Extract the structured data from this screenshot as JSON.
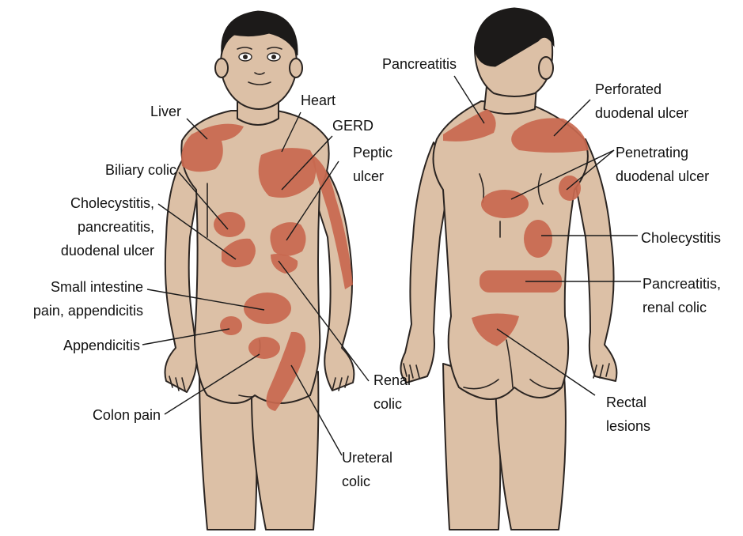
{
  "labels": {
    "liver": "Liver",
    "heart": "Heart",
    "gerd": "GERD",
    "peptic_ulcer": [
      "Peptic",
      "ulcer"
    ],
    "biliary_colic": "Biliary colic",
    "cholecystitis_front": [
      "Cholecystitis,",
      "pancreatitis,",
      "duodenal ulcer"
    ],
    "small_intestine": [
      "Small intestine",
      "pain, appendicitis"
    ],
    "appendicitis": "Appendicitis",
    "colon_pain": "Colon pain",
    "renal_colic": [
      "Renal",
      "colic"
    ],
    "ureteral_colic": [
      "Ureteral",
      "colic"
    ],
    "pancreatitis_back": "Pancreatitis",
    "perforated_ulcer": [
      "Perforated",
      "duodenal ulcer"
    ],
    "penetrating_ulcer": [
      "Penetrating",
      "duodenal ulcer"
    ],
    "cholecystitis_back": "Cholecystitis",
    "pancreatitis_renal": [
      "Pancreatitis,",
      "renal colic"
    ],
    "rectal_lesions": [
      "Rectal",
      "lesions"
    ]
  },
  "colors": {
    "skin": "#dcc0a6",
    "pain_zone": "#c8684f",
    "hair": "#1c1a19",
    "outline": "#2b2522"
  }
}
